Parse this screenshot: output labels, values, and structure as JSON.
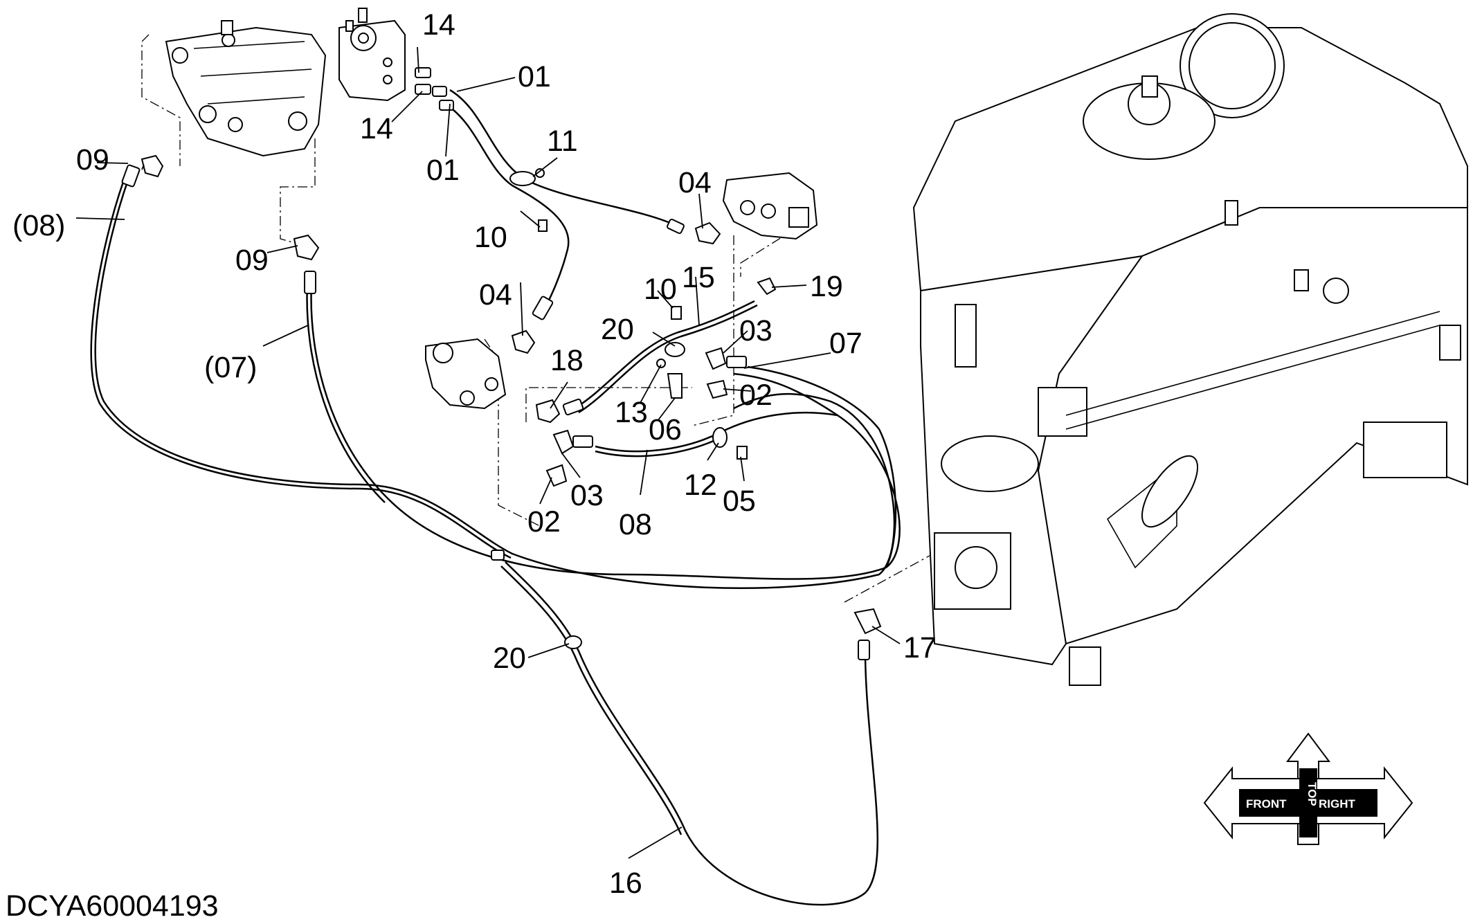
{
  "diagram": {
    "figure_id": "DCYA60004193",
    "callouts": [
      "01",
      "01",
      "02",
      "02",
      "03",
      "03",
      "04",
      "04",
      "05",
      "06",
      "07",
      "(07)",
      "08",
      "(08)",
      "09",
      "09",
      "10",
      "10",
      "11",
      "12",
      "13",
      "14",
      "14",
      "15",
      "16",
      "17",
      "18",
      "19",
      "20",
      "20"
    ],
    "orientation": {
      "top": "TOP",
      "front": "FRONT",
      "right": "RIGHT"
    }
  }
}
